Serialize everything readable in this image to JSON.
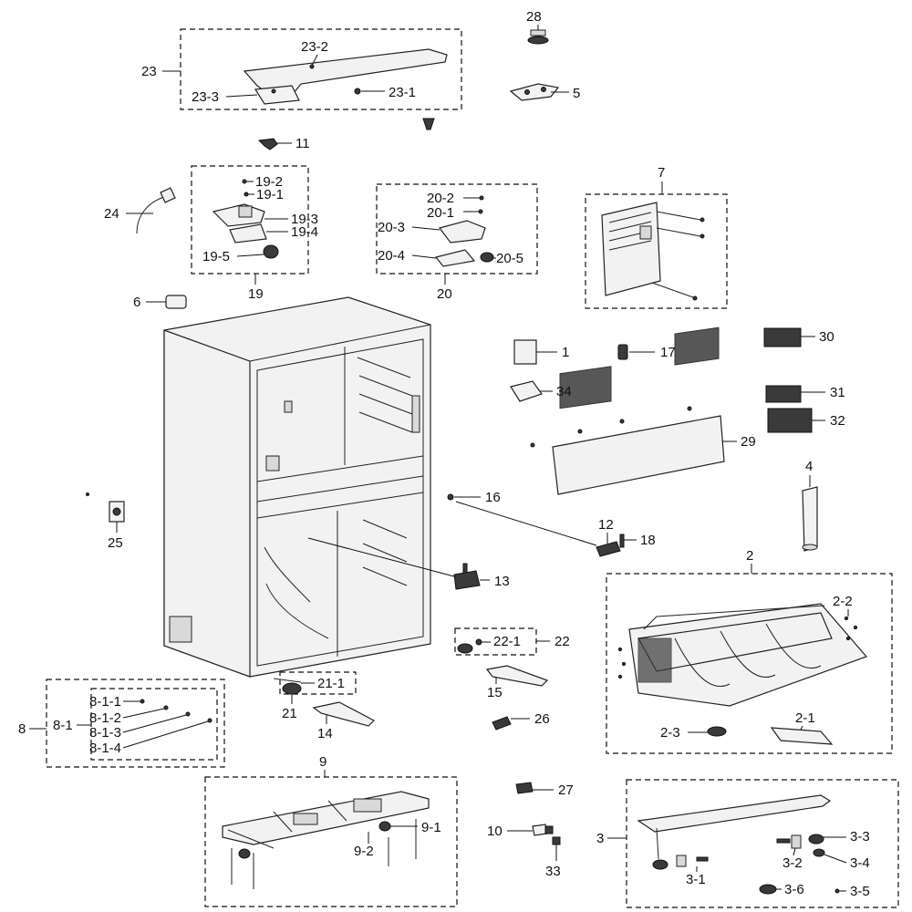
{
  "labels": {
    "p28": "28",
    "p5": "5",
    "p23": "23",
    "p23_2": "23-2",
    "p23_3": "23-3",
    "p23_1": "23-1",
    "p11": "11",
    "p24": "24",
    "p19_2": "19-2",
    "p19_1": "19-1",
    "p19_3": "19-3",
    "p19_4": "19-4",
    "p19_5": "19-5",
    "p19": "19",
    "p20_2": "20-2",
    "p20_1": "20-1",
    "p20_3": "20-3",
    "p20_4": "20-4",
    "p20_5": "20-5",
    "p20": "20",
    "p7": "7",
    "p6": "6",
    "p1": "1",
    "p17": "17",
    "p30": "30",
    "p34": "34",
    "p31": "31",
    "p32": "32",
    "p29": "29",
    "p16": "16",
    "p4": "4",
    "p25": "25",
    "p12": "12",
    "p18": "18",
    "p2": "2",
    "p2_2": "2-2",
    "p13": "13",
    "p22_1": "22-1",
    "p22": "22",
    "p15": "15",
    "p21_1": "21-1",
    "p21": "21",
    "p8_1_1": "8-1-1",
    "p8_1_2": "8-1-2",
    "p8_1_3": "8-1-3",
    "p8_1_4": "8-1-4",
    "p8": "8",
    "p8_1": "8-1",
    "p14": "14",
    "p26": "26",
    "p2_1": "2-1",
    "p2_3": "2-3",
    "p9": "9",
    "p27": "27",
    "p9_1": "9-1",
    "p9_2": "9-2",
    "p10": "10",
    "p33": "33",
    "p3": "3",
    "p3_3": "3-3",
    "p3_2": "3-2",
    "p3_4": "3-4",
    "p3_1": "3-1",
    "p3_6": "3-6",
    "p3_5": "3-5"
  },
  "colors": {
    "ink": "#111111",
    "background": "#ffffff"
  }
}
